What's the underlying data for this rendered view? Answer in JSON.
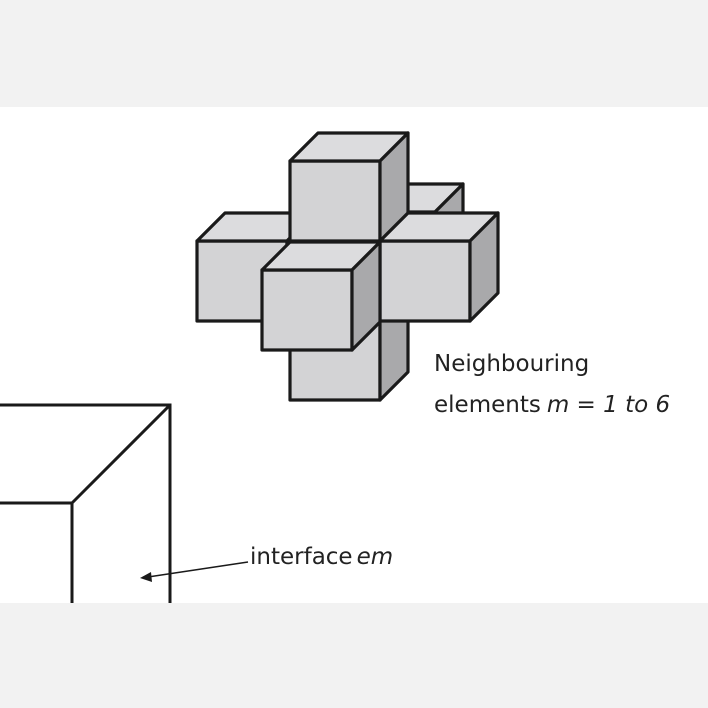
{
  "labels": {
    "neighbouring_line1": "Neighbouring",
    "neighbouring_line2": "elements",
    "neighbouring_math": "m = 1 to 6",
    "interface_text": "interface",
    "interface_math": "em"
  },
  "colors": {
    "background_band": "#f2f2f2",
    "canvas": "#ffffff",
    "cube_front": "#d3d3d5",
    "cube_top": "#dcdcde",
    "cube_side": "#a9a9ab",
    "stroke": "#1a1a1a"
  }
}
